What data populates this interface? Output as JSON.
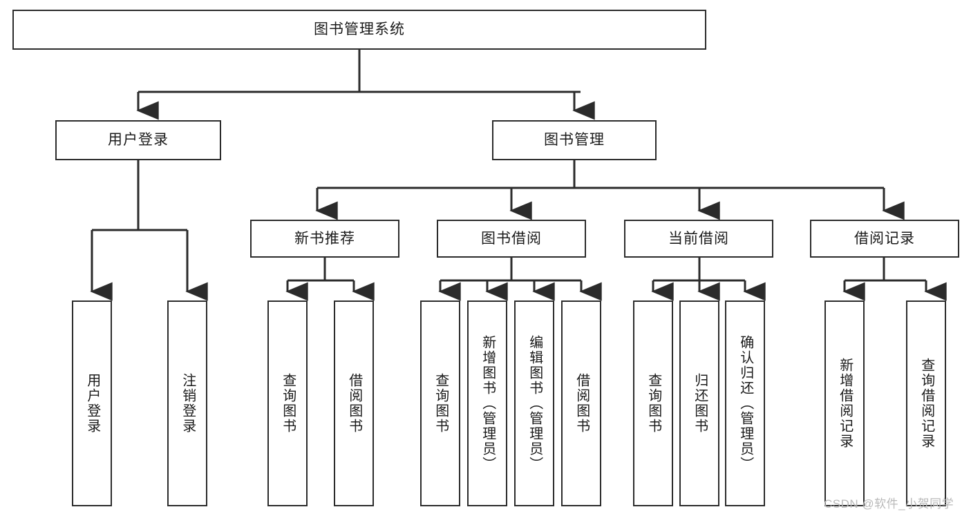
{
  "diagram": {
    "title_box": {
      "label": "图书管理系统"
    },
    "level2": [
      {
        "id": "user-login",
        "label": "用户登录"
      },
      {
        "id": "book-manage",
        "label": "图书管理"
      }
    ],
    "level3": [
      {
        "id": "new-book-recommend",
        "label": "新书推荐"
      },
      {
        "id": "book-borrow",
        "label": "图书借阅"
      },
      {
        "id": "current-borrow",
        "label": "当前借阅"
      },
      {
        "id": "borrow-record",
        "label": "借阅记录"
      }
    ],
    "leaves": {
      "user_login": [
        {
          "id": "leaf-user-login",
          "label": "用户登录"
        },
        {
          "id": "leaf-logout-login",
          "label": "注销登录"
        }
      ],
      "new_book_recommend": [
        {
          "id": "leaf-query-book-1",
          "label": "查询图书"
        },
        {
          "id": "leaf-borrow-book-1",
          "label": "借阅图书"
        }
      ],
      "book_borrow": [
        {
          "id": "leaf-query-book-2",
          "label": "查询图书"
        },
        {
          "id": "leaf-add-book",
          "label": "新增图书（管理员）"
        },
        {
          "id": "leaf-edit-book",
          "label": "编辑图书（管理员）"
        },
        {
          "id": "leaf-borrow-book-2",
          "label": "借阅图书"
        }
      ],
      "current_borrow": [
        {
          "id": "leaf-query-book-3",
          "label": "查询图书"
        },
        {
          "id": "leaf-return-book",
          "label": "归还图书"
        },
        {
          "id": "leaf-confirm-return",
          "label": "确认归还（管理员）"
        }
      ],
      "borrow_record": [
        {
          "id": "leaf-add-record",
          "label": "新增借阅记录"
        },
        {
          "id": "leaf-query-record",
          "label": "查询借阅记录"
        }
      ]
    }
  },
  "watermark": {
    "text": "CSDN @软件_小贺同学"
  },
  "colors": {
    "stroke": "#2b2b2b",
    "background": "#ffffff",
    "text": "#1a1a1a",
    "watermark": "#b9b9b9"
  }
}
